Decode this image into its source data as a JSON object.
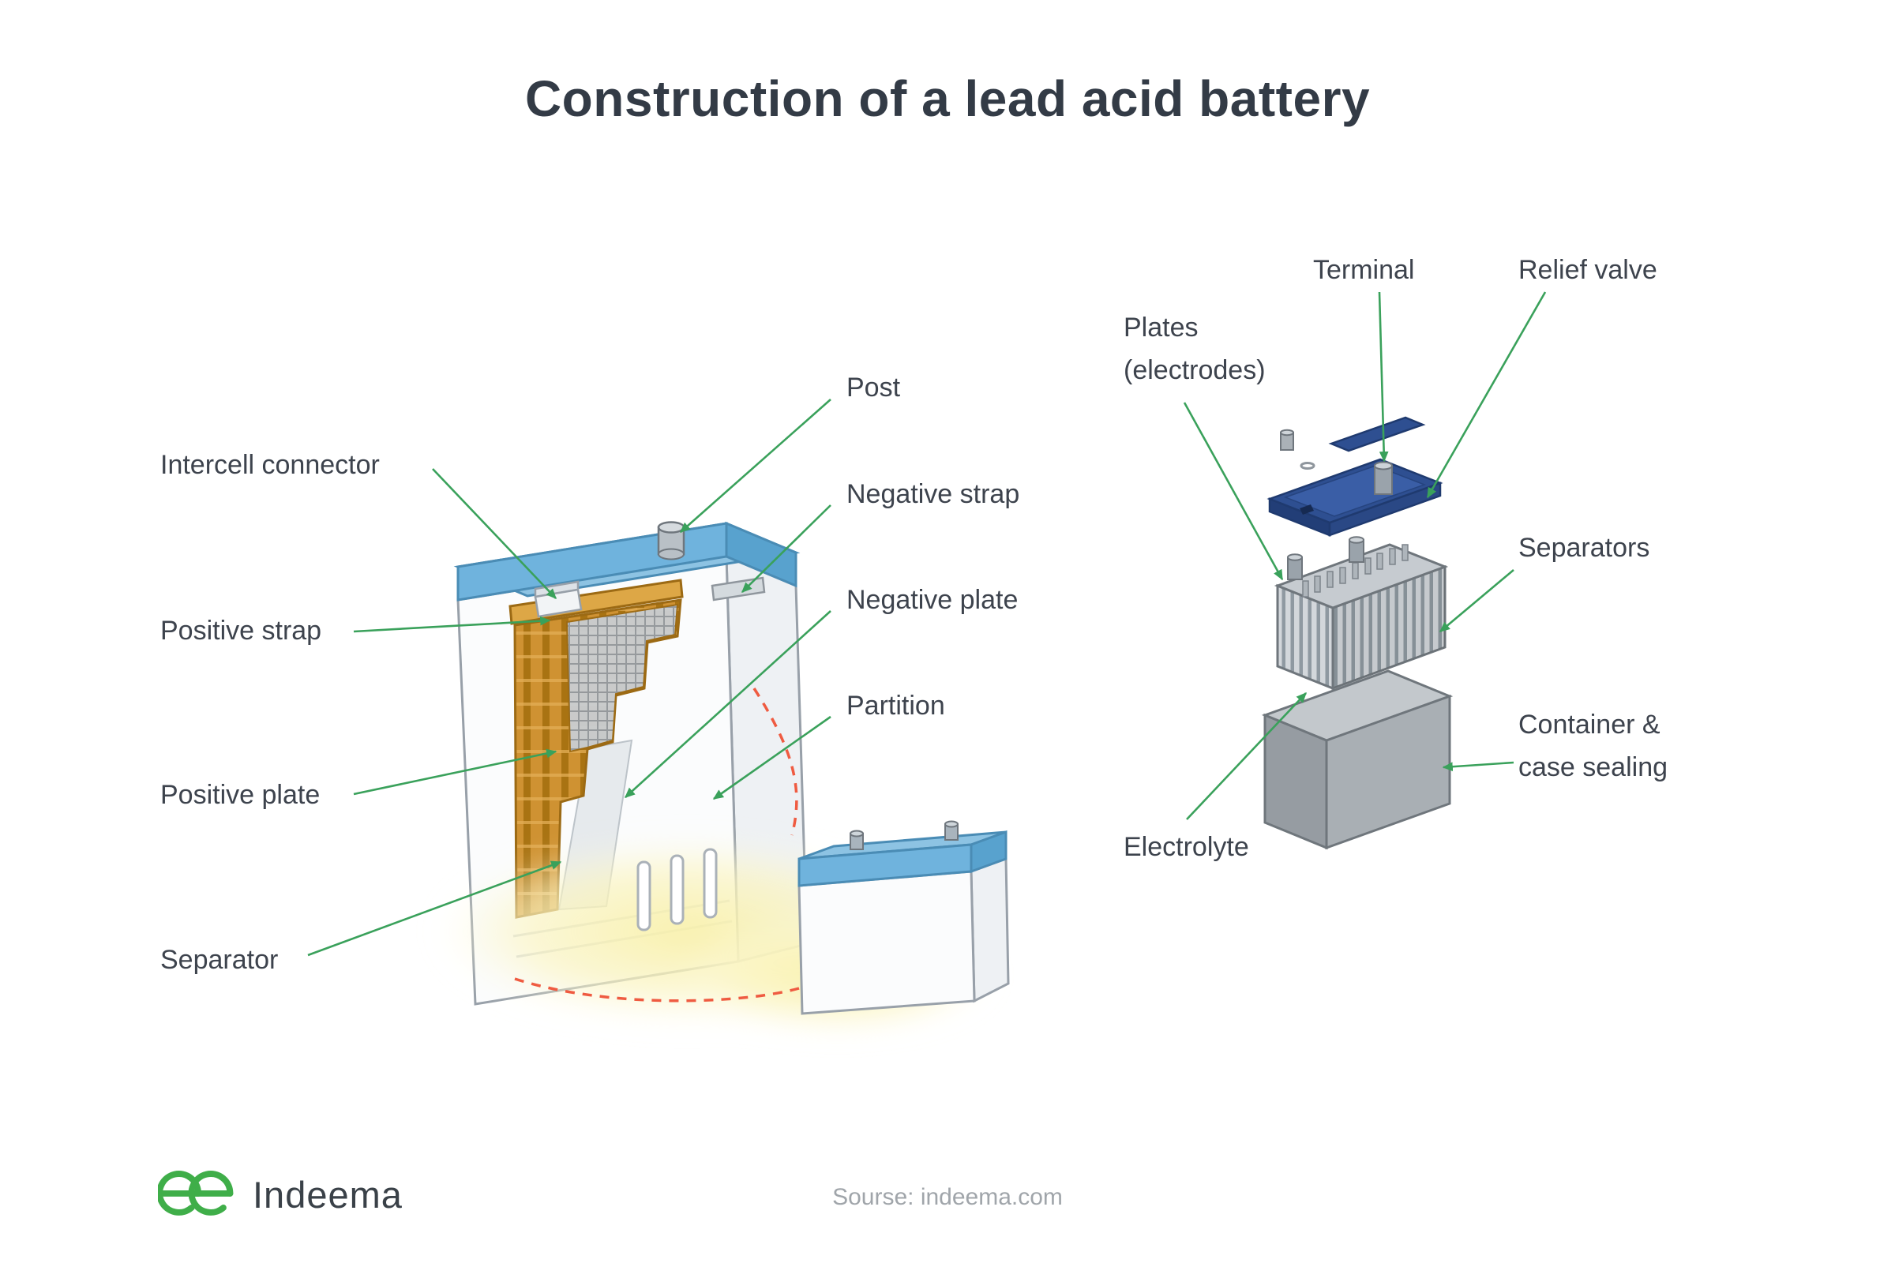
{
  "title": "Construction of a lead acid battery",
  "cutaway_view": {
    "labels": {
      "intercell_connector": "Intercell connector",
      "positive_strap": "Positive strap",
      "positive_plate": "Positive plate",
      "separator": "Separator",
      "post": "Post",
      "negative_strap": "Negative strap",
      "negative_plate": "Negative plate",
      "partition": "Partition"
    }
  },
  "exploded_view": {
    "labels": {
      "plates_electrodes": "Plates (electrodes)",
      "terminal": "Terminal",
      "relief_valve": "Relief valve",
      "separators": "Separators",
      "container_case_sealing": "Container & case sealing",
      "electrolyte": "Electrolyte"
    }
  },
  "footer": {
    "brand": "Indeema",
    "source": "Sourse: indeema.com"
  },
  "colors": {
    "arrow_green": "#3aa15b",
    "logo_green": "#3fae49",
    "heading_text": "#333b46",
    "label_text": "#3d434d",
    "muted_text": "#a0a5aa",
    "case_blue": "#6fb3dd",
    "lid_blue": "#2e4f91",
    "positive_plate_orange": "#cf9232",
    "container_gray": "#a6abb0",
    "electrolyte_glow": "#faf2ae",
    "highlight_dashed_red": "#ef5b41"
  }
}
